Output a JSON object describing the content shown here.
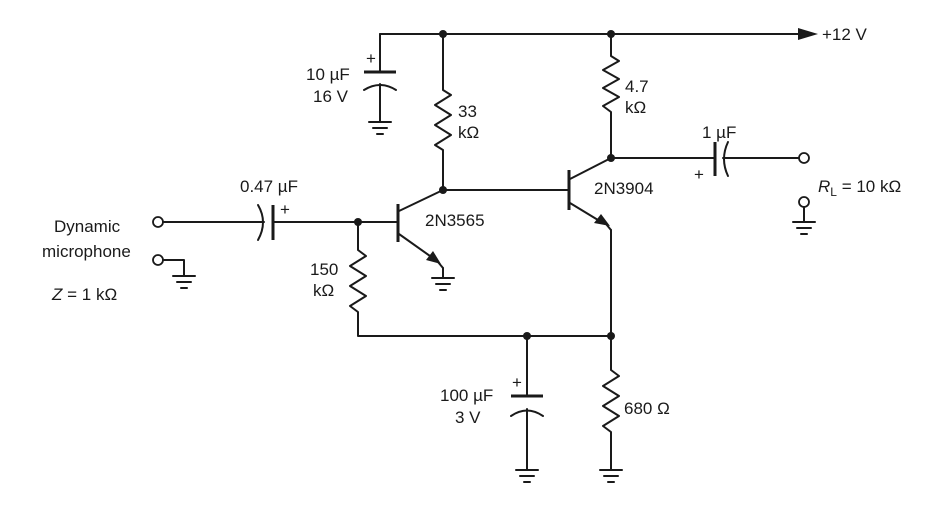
{
  "supply": {
    "label": "+12 V"
  },
  "capacitors": {
    "c_supply": {
      "value": "10 µF",
      "rating": "16 V",
      "polarity": "+"
    },
    "c_input": {
      "value": "0.47 µF",
      "polarity": "+"
    },
    "c_output": {
      "value": "1 µF",
      "polarity": "+"
    },
    "c_bypass": {
      "value": "100 µF",
      "rating": "3 V",
      "polarity": "+"
    }
  },
  "resistors": {
    "r_q1_collector": {
      "value_line1": "33",
      "value_line2": "kΩ"
    },
    "r_q2_collector": {
      "value_line1": "4.7",
      "value_line2": "kΩ"
    },
    "r_feedback": {
      "value_line1": "150",
      "value_line2": "kΩ"
    },
    "r_emitter": {
      "value": "680 Ω"
    }
  },
  "transistors": {
    "q1": {
      "part": "2N3565"
    },
    "q2": {
      "part": "2N3904"
    }
  },
  "input": {
    "line1": "Dynamic",
    "line2": "microphone",
    "impedance_var": "Z",
    "impedance_value": " = 1 kΩ"
  },
  "output": {
    "load_var": "R",
    "load_sub": "L",
    "load_value": " = 10 kΩ"
  }
}
